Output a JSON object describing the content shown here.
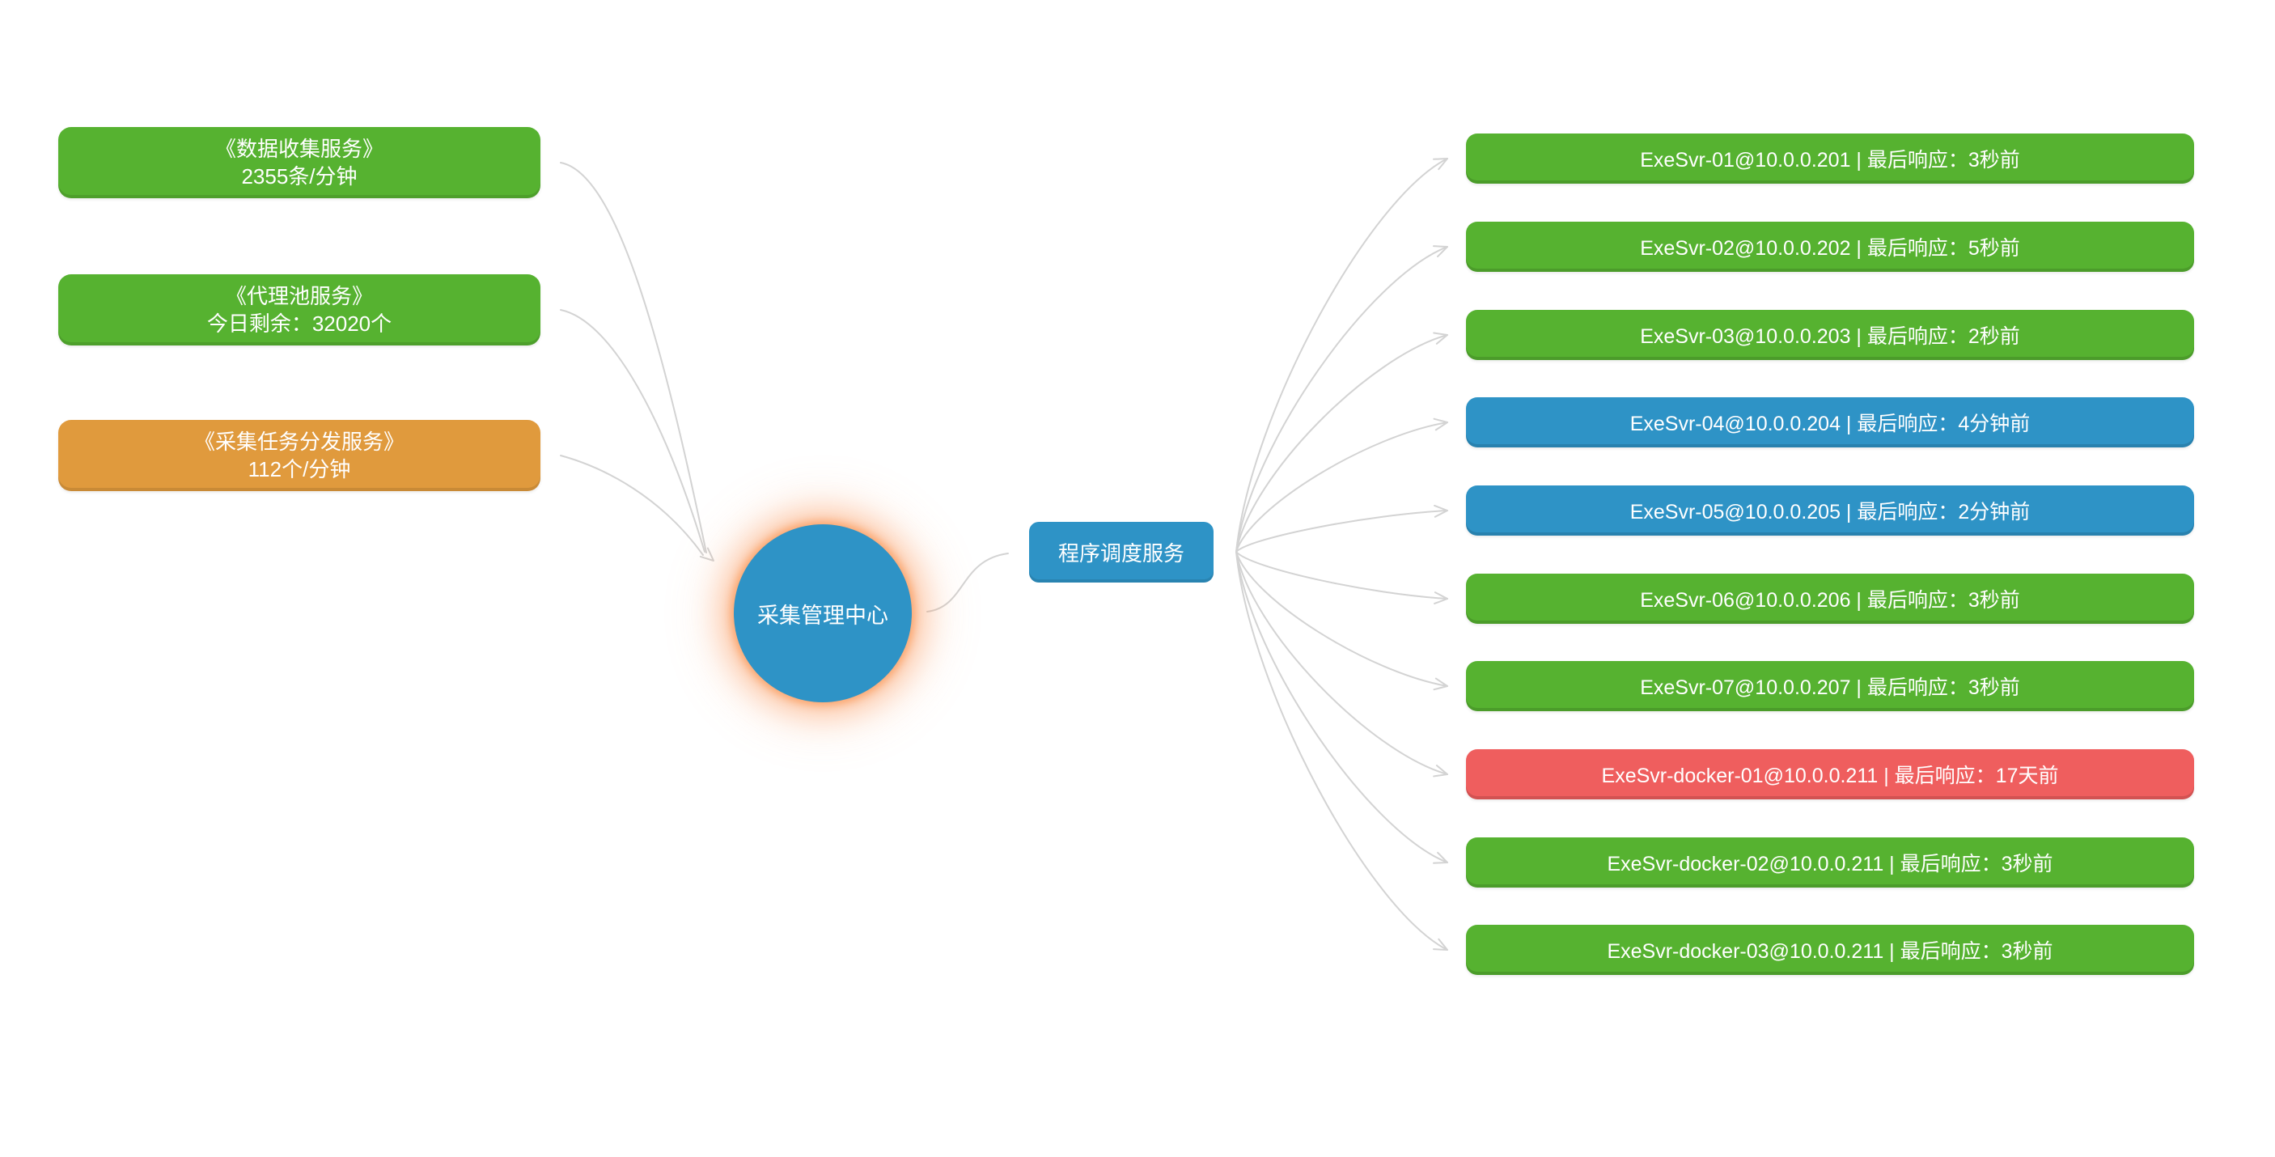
{
  "colors": {
    "green": "#56b230",
    "blue": "#2e93c6",
    "orange": "#e09a3d",
    "red": "#ef5e5e",
    "connector": "#d3d3d3",
    "node_text": "#ffffff",
    "background": "#ffffff"
  },
  "root": {
    "label": "采集管理中心",
    "status": "blue"
  },
  "scheduler": {
    "label": "程序调度服务",
    "status": "blue"
  },
  "left_nodes": [
    {
      "title": "《数据收集服务》",
      "value": "2355条/分钟",
      "status": "green"
    },
    {
      "title": "《代理池服务》",
      "value": "今日剩余：32020个",
      "status": "green"
    },
    {
      "title": "《采集任务分发服务》",
      "value": "112个/分钟",
      "status": "orange"
    }
  ],
  "right_nodes": [
    {
      "label": "ExeSvr-01@10.0.0.201 | 最后响应：3秒前",
      "status": "green"
    },
    {
      "label": "ExeSvr-02@10.0.0.202 | 最后响应：5秒前",
      "status": "green"
    },
    {
      "label": "ExeSvr-03@10.0.0.203 | 最后响应：2秒前",
      "status": "green"
    },
    {
      "label": "ExeSvr-04@10.0.0.204 | 最后响应：4分钟前",
      "status": "blue"
    },
    {
      "label": "ExeSvr-05@10.0.0.205 | 最后响应：2分钟前",
      "status": "blue"
    },
    {
      "label": "ExeSvr-06@10.0.0.206 | 最后响应：3秒前",
      "status": "green"
    },
    {
      "label": "ExeSvr-07@10.0.0.207 | 最后响应：3秒前",
      "status": "green"
    },
    {
      "label": "ExeSvr-docker-01@10.0.0.211 | 最后响应：17天前",
      "status": "red"
    },
    {
      "label": "ExeSvr-docker-02@10.0.0.211 | 最后响应：3秒前",
      "status": "green"
    },
    {
      "label": "ExeSvr-docker-03@10.0.0.211 | 最后响应：3秒前",
      "status": "green"
    }
  ]
}
